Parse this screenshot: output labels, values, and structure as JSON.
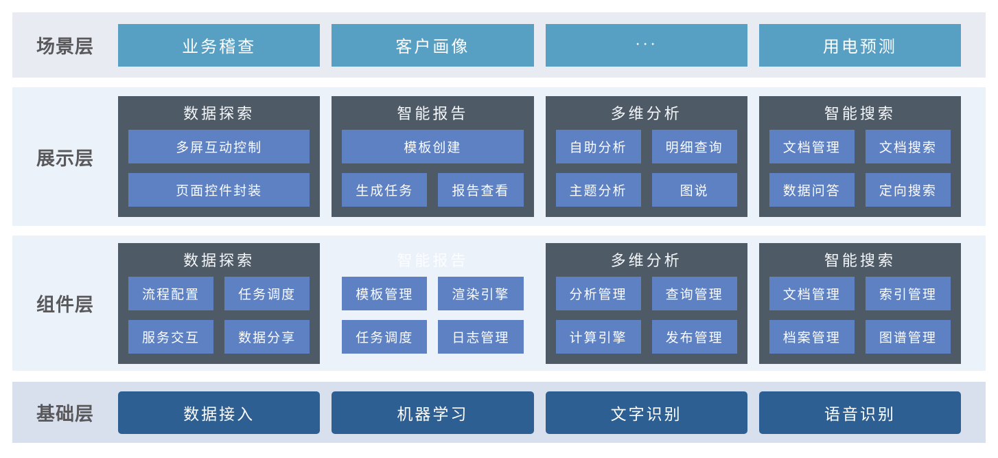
{
  "colors": {
    "scene_band_bg": "#e8ebf2",
    "mid_band_bg": "#ecf2f9",
    "base_band_bg": "#d8e0ee",
    "scene_button": "#57a0c3",
    "panel_bg": "#4f5a67",
    "inner_button": "#5d81c3",
    "base_button": "#2d5f92",
    "label_text": "#59595c"
  },
  "layers": [
    {
      "label": "场景层",
      "buttons": [
        "业务稽查",
        "客户画像",
        "···",
        "用电预测"
      ]
    },
    {
      "label": "展示层",
      "groups": [
        {
          "title": "数据探索",
          "buttons": [
            {
              "label": "多屏互动控制"
            },
            {
              "label": "页面控件封装"
            }
          ]
        },
        {
          "title": "智能报告",
          "buttons": [
            {
              "label": "模板创建"
            },
            {
              "label": "生成任务"
            },
            {
              "label": "报告查看"
            }
          ]
        },
        {
          "title": "多维分析",
          "buttons": [
            {
              "label": "自助分析"
            },
            {
              "label": "明细查询"
            },
            {
              "label": "主题分析"
            },
            {
              "label": "图说"
            }
          ]
        },
        {
          "title": "智能搜索",
          "buttons": [
            {
              "label": "文档管理"
            },
            {
              "label": "文档搜索"
            },
            {
              "label": "数据问答"
            },
            {
              "label": "定向搜索"
            }
          ]
        }
      ]
    },
    {
      "label": "组件层",
      "groups": [
        {
          "title": "数据探索",
          "buttons": [
            {
              "label": "流程配置"
            },
            {
              "label": "任务调度"
            },
            {
              "label": "服务交互"
            },
            {
              "label": "数据分享"
            }
          ]
        },
        {
          "title": "智能报告",
          "buttons": [
            {
              "label": "模板管理"
            },
            {
              "label": "渲染引擎"
            },
            {
              "label": "任务调度"
            },
            {
              "label": "日志管理"
            }
          ]
        },
        {
          "title": "多维分析",
          "buttons": [
            {
              "label": "分析管理"
            },
            {
              "label": "查询管理"
            },
            {
              "label": "计算引擎"
            },
            {
              "label": "发布管理"
            }
          ]
        },
        {
          "title": "智能搜索",
          "buttons": [
            {
              "label": "文档管理"
            },
            {
              "label": "索引管理"
            },
            {
              "label": "档案管理"
            },
            {
              "label": "图谱管理"
            }
          ]
        }
      ]
    },
    {
      "label": "基础层",
      "buttons": [
        "数据接入",
        "机器学习",
        "文字识别",
        "语音识别"
      ]
    }
  ]
}
